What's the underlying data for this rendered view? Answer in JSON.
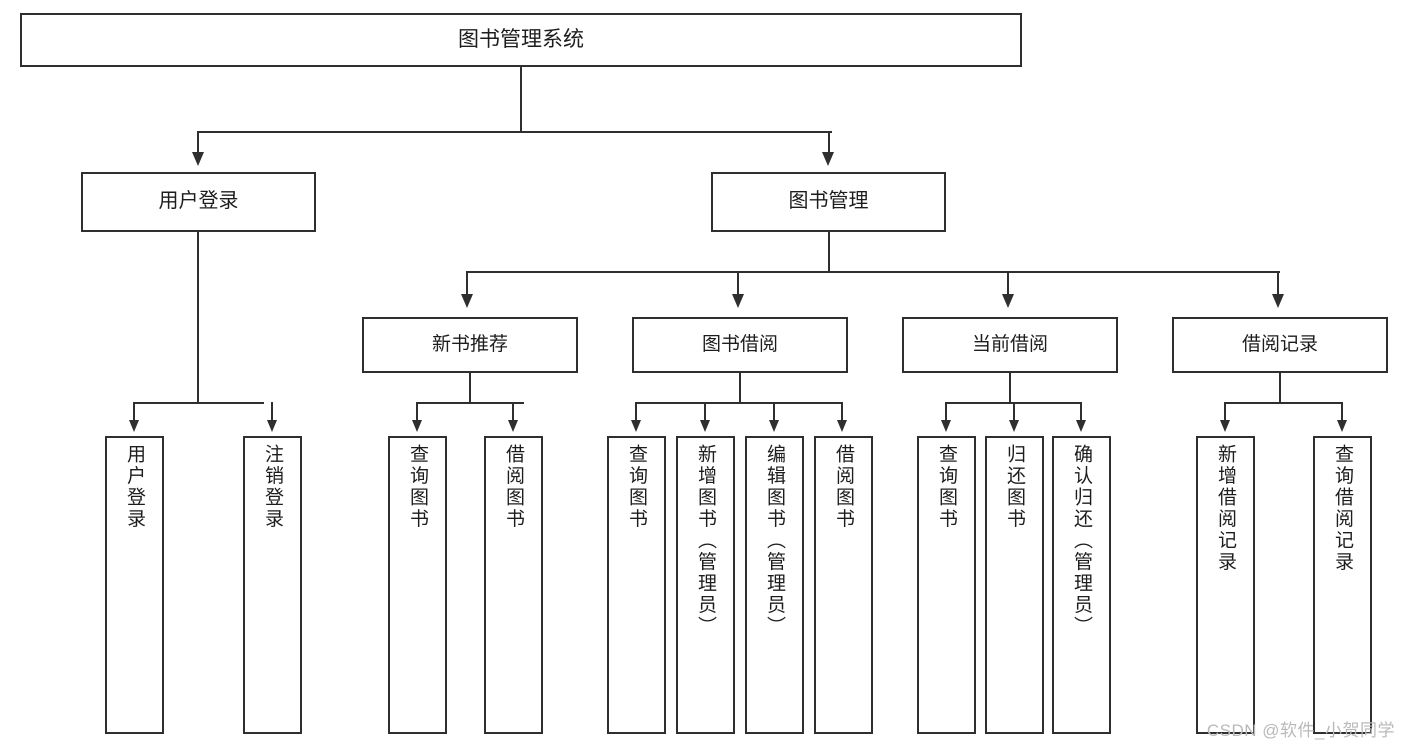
{
  "diagram": {
    "title": "图书管理系统",
    "root": {
      "label": "图书管理系统"
    },
    "level1": [
      {
        "label": "用户登录"
      },
      {
        "label": "图书管理"
      }
    ],
    "level2": [
      {
        "label": "新书推荐"
      },
      {
        "label": "图书借阅"
      },
      {
        "label": "当前借阅"
      },
      {
        "label": "借阅记录"
      }
    ],
    "leaves": {
      "user_login": [
        {
          "label": "用户登录"
        },
        {
          "label": "注销登录"
        }
      ],
      "new_book_recommend": [
        {
          "label": "查询图书"
        },
        {
          "label": "借阅图书"
        }
      ],
      "book_borrow": [
        {
          "label": "查询图书"
        },
        {
          "label": "新增图书（管理员）"
        },
        {
          "label": "编辑图书（管理员）"
        },
        {
          "label": "借阅图书"
        }
      ],
      "current_borrow": [
        {
          "label": "查询图书"
        },
        {
          "label": "归还图书"
        },
        {
          "label": "确认归还（管理员）"
        }
      ],
      "borrow_record": [
        {
          "label": "新增借阅记录"
        },
        {
          "label": "查询借阅记录"
        }
      ]
    }
  },
  "watermark": {
    "text": "CSDN @软件_小贺同学"
  },
  "colors": {
    "stroke": "#2f2f2f",
    "background": "#ffffff",
    "text": "#1d1d1d",
    "watermark": "#b9b9b9"
  }
}
